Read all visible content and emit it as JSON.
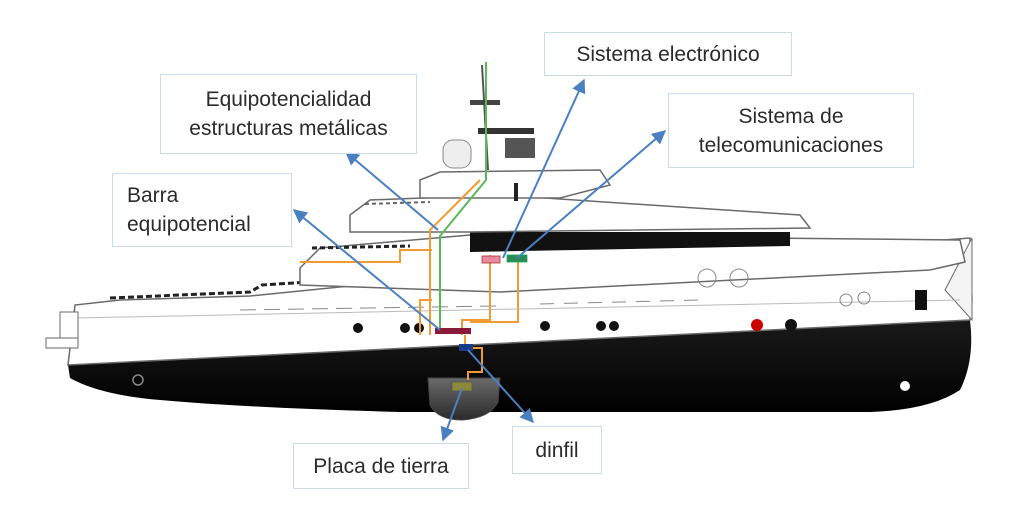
{
  "labels": {
    "sistema_electronico": "Sistema electrónico",
    "equipotencialidad_line1": "Equipotencialidad",
    "equipotencialidad_line2": "estructuras metálicas",
    "telecom_line1": "Sistema de",
    "telecom_line2": "telecomunicaciones",
    "barra_line1": "Barra",
    "barra_line2": "equipotencial",
    "placa_de_tierra": "Placa de tierra",
    "dinfil": "dinfil"
  },
  "colors": {
    "arrow": "#4a7fc1",
    "orange_wire": "#f29b33",
    "green_wire": "#5cb85c",
    "hull_dark": "#0a0a0a",
    "superstructure": "#ffffff",
    "outline": "#6a6a6a",
    "box_border": "#c9dde8",
    "electronic_box": "#e88a9e",
    "telecom_box": "#2e8b57",
    "ground_plate": "#8a8a3a",
    "bus_bar": "#8b1a3a"
  }
}
